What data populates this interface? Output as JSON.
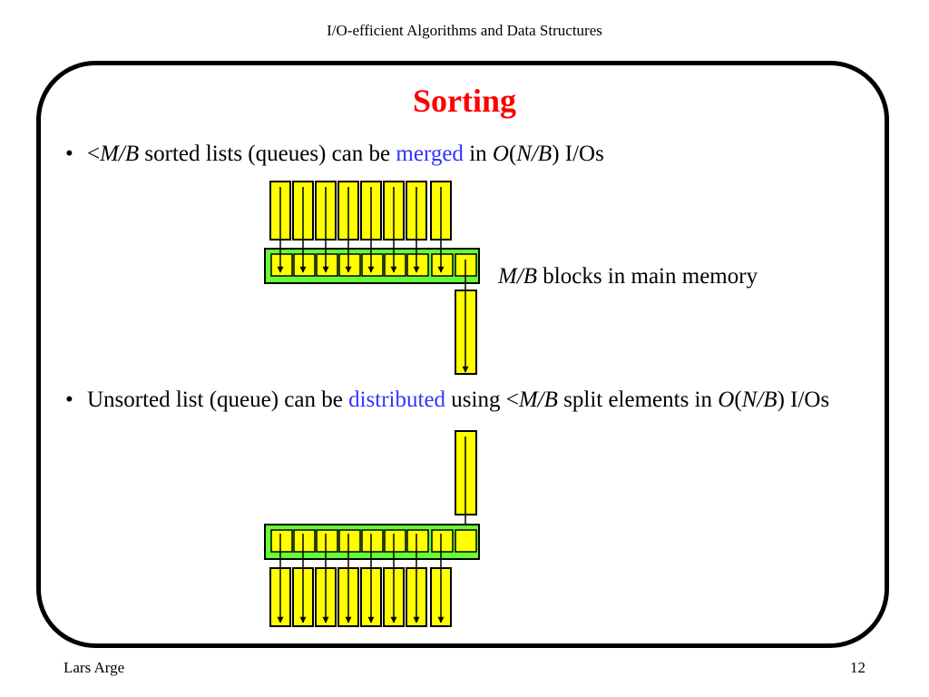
{
  "header": {
    "title": "I/O-efficient Algorithms and Data Structures"
  },
  "slide": {
    "title": "Sorting",
    "bullet_char": "•",
    "bullet1": {
      "lt": "<",
      "mb": "M/B",
      "t1": " sorted lists (queues) can be ",
      "merged": "merged",
      "t2": " in ",
      "O": "O",
      "lp": "(",
      "nb": "N/B",
      "t3": ") I/Os"
    },
    "memory_label": {
      "mb": "M/B",
      "rest": " blocks in main memory"
    },
    "bullet2": {
      "t1": "Unsorted list (queue) can be ",
      "distributed": "distributed",
      "t2": " using ",
      "lt": "<",
      "mb": "M/B",
      "t3": " split elements in ",
      "O": "O",
      "lp": "(",
      "nb": "N/B",
      "t4": ") I/Os"
    }
  },
  "footer": {
    "author": "Lars Arge",
    "page": "12"
  },
  "colors": {
    "title": "#ff0000",
    "highlight": "#3333ff",
    "block_fill": "#ffff00",
    "memory_fill": "#66ff33"
  }
}
